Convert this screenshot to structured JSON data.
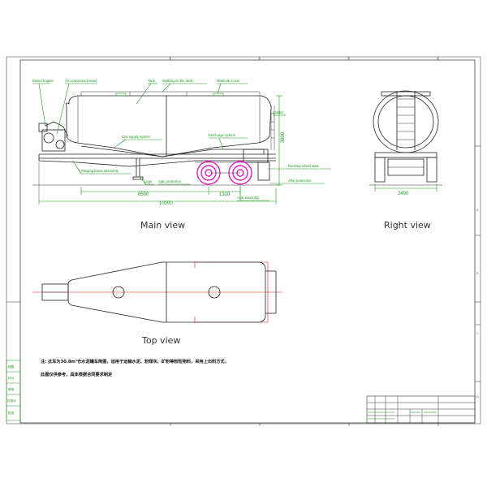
{
  "views": {
    "main": "Main view",
    "right": "Right view",
    "top": "Top view"
  },
  "labels": {
    "diesel_engine": "Diesel Engine",
    "air_compressor_head": "Air compressor Head",
    "tank": "Tank",
    "walking_on_deck": "Walking on the desk",
    "manhole_cover": "Manhole Cover",
    "ladder": "Ladder",
    "gas_supply_system": "Gas supply system",
    "discharge_system": "Discharge system",
    "slinging_frame_assembly": "Slinging frame assembly",
    "legs": "Legs",
    "side_protection": "Side protection",
    "running_wheel_state": "Running wheel state",
    "after_protection": "After protection",
    "axle_assembly": "Axle assembly"
  },
  "dimensions": {
    "height": "3800",
    "wheelbase_front": "6500",
    "axle_spacing": "1310",
    "length": "10000",
    "width": "2490"
  },
  "note": {
    "line1": "注: 此车为30.8m³仓水泥罐车简图，适用于运输水泥、粉煤灰、矿粉等粉粒物料，采用上出料方式，",
    "line2": "此图仅供参考，具体根据合同要求制定"
  },
  "zones": {
    "top": [
      "1",
      "2",
      "3",
      "4"
    ],
    "right": [
      "A",
      "B",
      "C",
      "D"
    ]
  },
  "side_stamp": [
    "描图",
    "校对",
    "审核",
    "标准化",
    "批准"
  ],
  "colors": {
    "annotation": "#1a9a1a",
    "line": "#222222",
    "centerline": "#e01a1a",
    "wheels": "#e020c0"
  }
}
